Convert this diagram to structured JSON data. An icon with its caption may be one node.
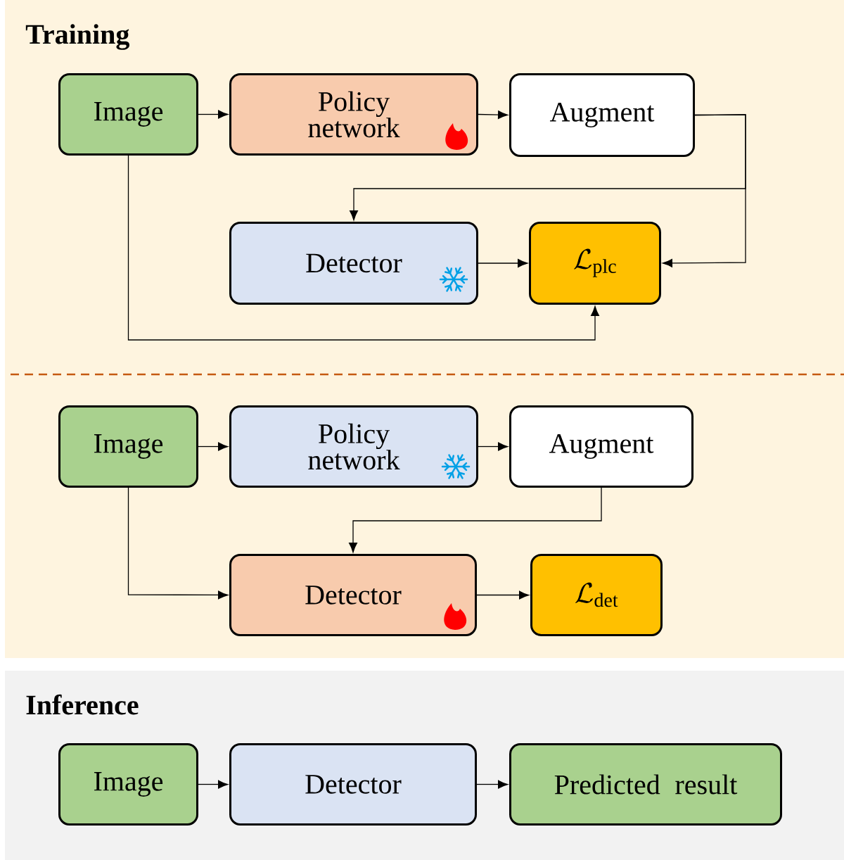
{
  "diagram": {
    "nodes": [
      {
        "text": [
          "Training"
        ]
      },
      {
        "text": [
          "Image"
        ],
        "in": 0
      },
      {
        "text": [
          "Policy network"
        ],
        "in": 0
      },
      {
        "text": [
          "Augment"
        ],
        "in": 0
      },
      {
        "text": [
          "Detector"
        ],
        "in": 0
      },
      {
        "text": [
          "\\mathcal{L}_{\\mathrm{plc}}"
        ],
        "in": 0
      },
      {
        "text": [
          "Image"
        ],
        "in": 0
      },
      {
        "text": [
          "Policy network"
        ],
        "in": 0
      },
      {
        "text": [
          "Augment"
        ],
        "in": 0
      },
      {
        "text": [
          "Detector"
        ],
        "in": 0
      },
      {
        "text": [
          "\\mathcal{L}_{\\mathrm{det}}"
        ],
        "in": 0
      },
      {
        "text": [
          "Inference"
        ]
      },
      {
        "text": [
          "Image"
        ],
        "in": 11
      },
      {
        "text": [
          "Detector"
        ],
        "in": 11
      },
      {
        "text": [
          "Predicted result"
        ],
        "in": 11
      }
    ],
    "edges": [
      {
        "from": 1,
        "to": 2,
        "arrow": "to"
      },
      {
        "from": 2,
        "to": 3,
        "arrow": "to"
      },
      {
        "from": 3,
        "to": 4,
        "arrow": "to"
      },
      {
        "from": 3,
        "to": 5,
        "arrow": "to"
      },
      {
        "from": 4,
        "to": 5,
        "arrow": "to"
      },
      {
        "from": 1,
        "to": 5,
        "arrow": "to"
      },
      {
        "from": 6,
        "to": 7,
        "arrow": "to"
      },
      {
        "from": 7,
        "to": 8,
        "arrow": "to"
      },
      {
        "from": 8,
        "to": 9,
        "arrow": "to"
      },
      {
        "from": 6,
        "to": 9,
        "arrow": "to"
      },
      {
        "from": 9,
        "to": 10,
        "arrow": "to"
      },
      {
        "from": 12,
        "to": 13,
        "arrow": "to"
      },
      {
        "from": 13,
        "to": 14,
        "arrow": "to"
      }
    ]
  }
}
